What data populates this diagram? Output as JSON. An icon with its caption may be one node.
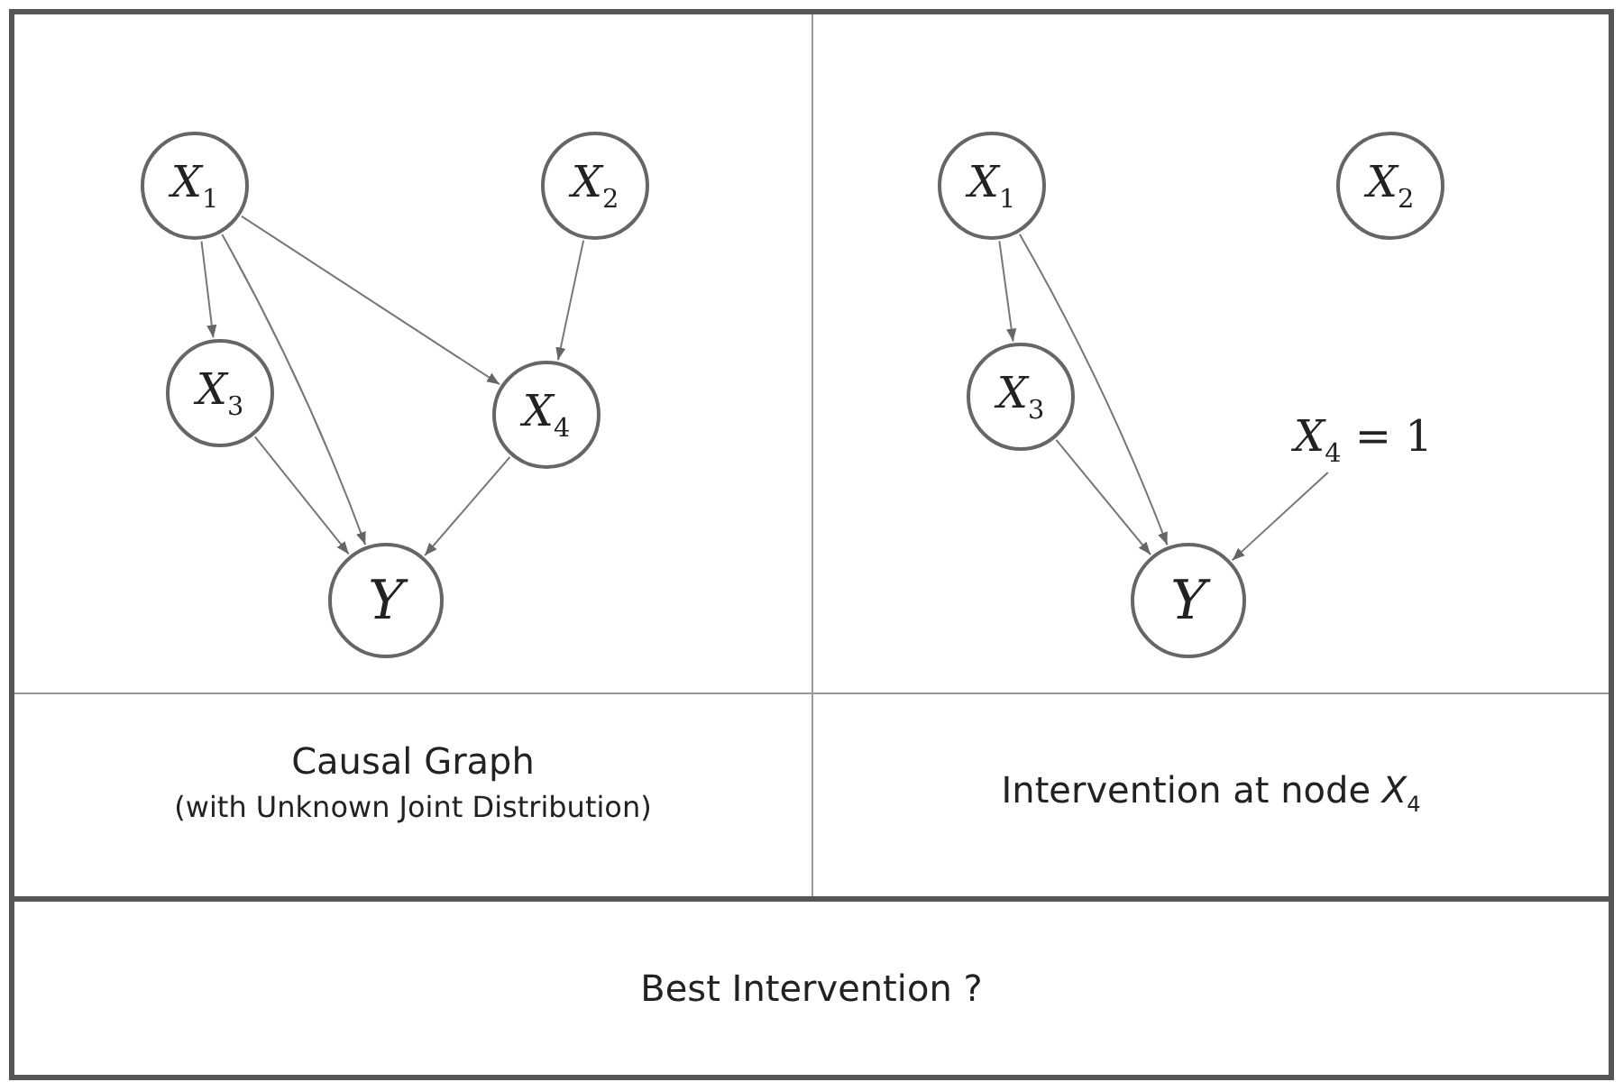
{
  "diagram": {
    "nodes": [
      {
        "text": [
          "*X*$_{1}$"
        ]
      },
      {
        "text": [
          "*X*$_{2}$"
        ]
      },
      {
        "text": [
          "*X*$_{3}$"
        ]
      },
      {
        "text": [
          "*X*$_{4}$"
        ]
      },
      {
        "text": [
          "Y"
        ]
      },
      {
        "text": [
          "*X*$_{1}$"
        ]
      },
      {
        "text": [
          "*X*$_{2}$"
        ]
      },
      {
        "text": [
          "*X*$_{3}$"
        ]
      },
      {
        "text": [
          "Y"
        ]
      },
      {
        "text": [
          "*X*$_{4}$ = 1"
        ]
      }
    ],
    "edges": [
      {
        "from": 0,
        "to": 2,
        "arrow": "to"
      },
      {
        "from": 0,
        "to": 4,
        "arrow": "to"
      },
      {
        "from": 0,
        "to": 3,
        "arrow": "to"
      },
      {
        "from": 1,
        "to": 3,
        "arrow": "to"
      },
      {
        "from": 2,
        "to": 4,
        "arrow": "to"
      },
      {
        "from": 3,
        "to": 4,
        "arrow": "to"
      },
      {
        "from": 5,
        "to": 7,
        "arrow": "to"
      },
      {
        "from": 5,
        "to": 8,
        "arrow": "to"
      },
      {
        "from": 7,
        "to": 8,
        "arrow": "to"
      },
      {
        "from": 9,
        "to": 8,
        "arrow": "to"
      }
    ],
    "labels": [
      "Causal Graph",
      "(with Unknown Joint Distribution)",
      "Intervention at node *X*$_{4}$",
      "Best Intervention ?"
    ]
  }
}
